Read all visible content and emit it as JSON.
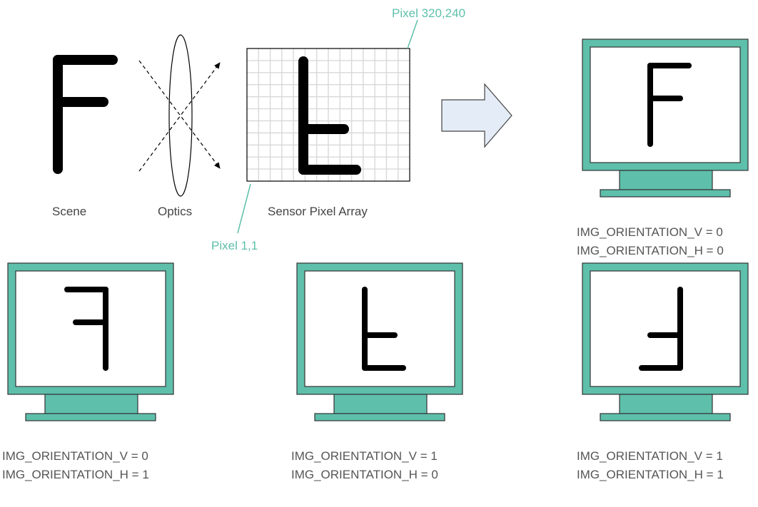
{
  "colors": {
    "monitor_frame": "#5ebfab",
    "monitor_outline": "#333333",
    "glyph": "#000000",
    "callout": "#5ebfab",
    "grid": "#d9d9d9",
    "arrow_fill": "#e4ecf7"
  },
  "scene": {
    "scene_label": "Scene",
    "optics_label": "Optics",
    "sensor_label": "Sensor Pixel Array",
    "pixel_top_label": "Pixel 320,240",
    "pixel_bottom_label": "Pixel 1,1"
  },
  "monitors": [
    {
      "v_label": "IMG_ORIENTATION_V = 0",
      "h_label": "IMG_ORIENTATION_H = 0"
    },
    {
      "v_label": "IMG_ORIENTATION_V = 0",
      "h_label": "IMG_ORIENTATION_H = 1"
    },
    {
      "v_label": "IMG_ORIENTATION_V = 1",
      "h_label": "IMG_ORIENTATION_H = 0"
    },
    {
      "v_label": "IMG_ORIENTATION_V = 1",
      "h_label": "IMG_ORIENTATION_H = 1"
    }
  ]
}
